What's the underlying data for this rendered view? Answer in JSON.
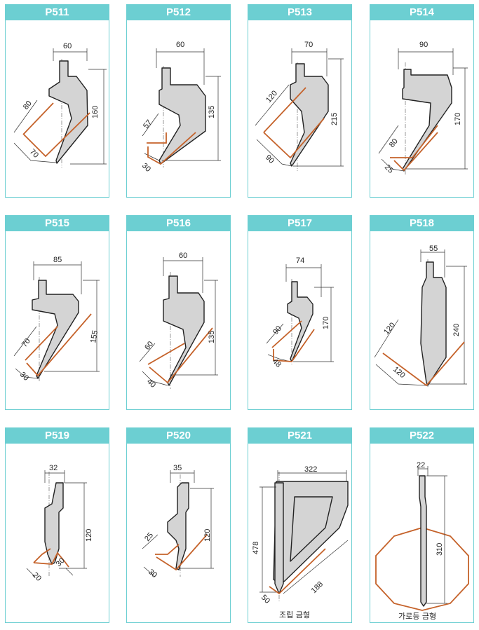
{
  "tools": [
    {
      "id": "P511",
      "dims": [
        "60",
        "80",
        "160",
        "70"
      ]
    },
    {
      "id": "P512",
      "dims": [
        "60",
        "57",
        "135",
        "30"
      ]
    },
    {
      "id": "P513",
      "dims": [
        "70",
        "120",
        "215",
        "90"
      ]
    },
    {
      "id": "P514",
      "dims": [
        "90",
        "80",
        "170",
        "25"
      ]
    },
    {
      "id": "P515",
      "dims": [
        "85",
        "70",
        "155",
        "30"
      ]
    },
    {
      "id": "P516",
      "dims": [
        "60",
        "60",
        "135",
        "40"
      ]
    },
    {
      "id": "P517",
      "dims": [
        "74",
        "90",
        "170",
        "48"
      ]
    },
    {
      "id": "P518",
      "dims": [
        "55",
        "120",
        "240",
        "120"
      ]
    },
    {
      "id": "P519",
      "dims": [
        "32",
        "120",
        "20",
        "30"
      ]
    },
    {
      "id": "P520",
      "dims": [
        "35",
        "25",
        "120",
        "30"
      ]
    },
    {
      "id": "P521",
      "dims": [
        "322",
        "478",
        "188",
        "50"
      ],
      "caption": "조립 금형"
    },
    {
      "id": "P522",
      "dims": [
        "22",
        "310"
      ],
      "caption": "가로등 금형"
    }
  ],
  "colors": {
    "header": "#6ccfd2",
    "profile_fill": "#d4d4d4",
    "workpiece": "#c5622a"
  }
}
